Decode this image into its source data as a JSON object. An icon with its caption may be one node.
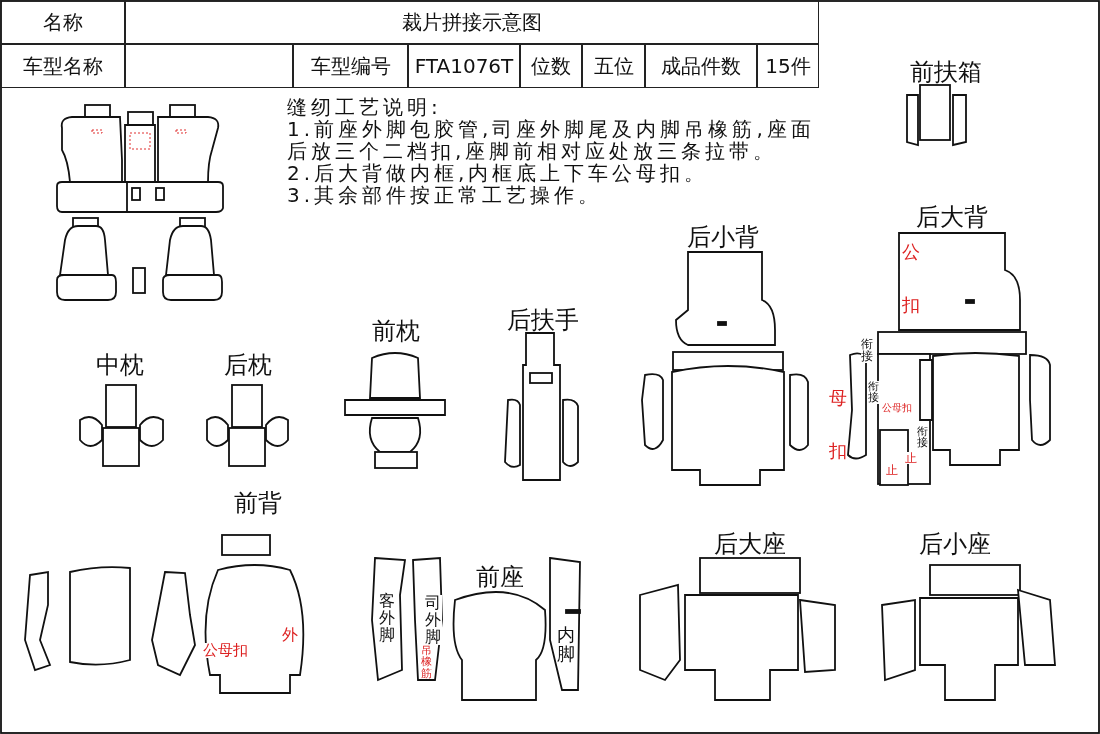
{
  "diagram": {
    "title": "裁片拼接示意图",
    "labels": [
      "名称",
      "车型名称",
      "车型编号",
      "FTA1076T",
      "位数",
      "五位",
      "成品件数",
      "15件",
      "前扶箱",
      "缝纫工艺说明:",
      "1.前座外脚包胶管,司座外脚尾及内脚吊橡筋,座面后放三个二档扣,座脚前相对应处放三条拉带。",
      "2.后大背做内框,内框底上下车公母扣。",
      "3.其余部件按正常工艺操作。",
      "后大背",
      "后小背",
      "公",
      "扣",
      "后扶手",
      "前枕",
      "衔接",
      "中枕",
      "后枕",
      "母",
      "衔接",
      "公母扣",
      "衔接",
      "扣",
      "止",
      "止",
      "前背",
      "后大座",
      "后小座",
      "前座",
      "客外脚",
      "司外脚",
      "内脚",
      "吊橡筋",
      "公母扣",
      "外"
    ]
  }
}
